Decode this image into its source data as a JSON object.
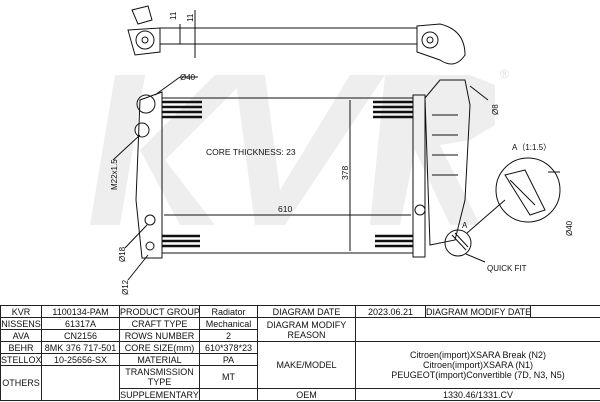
{
  "watermark": {
    "brand": "KVR",
    "registered": "®"
  },
  "drawing": {
    "dim_top_1": "11",
    "dim_top_2": "11",
    "dia_inlet": "Ø40",
    "thread": "M22x1.5",
    "dia_18": "Ø18",
    "dia_12": "Ø12",
    "dia_8": "Ø8",
    "core_thickness": "CORE THICKNESS: 23",
    "width_dim": "610",
    "height_dim": "378",
    "detail_marker": "A",
    "detail_title": "A（1:1.5）",
    "detail_dia": "Ø40",
    "quick_fit": "QUICK FIT"
  },
  "table": {
    "r1": [
      "KVR",
      "1100134-PAM",
      "PRODUCT GROUP",
      "Radiator",
      "DIAGRAM DATE",
      "2023.06.21",
      "DIAGRAM MODIFY DATE",
      ""
    ],
    "r2": [
      "NISSENS",
      "61317A",
      "CRAFT TYPE",
      "Mechanical",
      "DIAGRAM MODIFY REASON"
    ],
    "r3": [
      "AVA",
      "CN2156",
      "ROWS NUMBER",
      "2"
    ],
    "r4": [
      "BEHR",
      "8MK 376 717-501",
      "CORE SIZE(mm)",
      "610*378*23",
      "MAKE/MODEL"
    ],
    "r5": [
      "STELLOX",
      "10-25656-SX",
      "MATERIAL",
      "PA"
    ],
    "r6": [
      "OTHERS",
      "",
      "TRANSMISSION TYPE",
      "MT"
    ],
    "r7": [
      "SUPPLEMENTARY",
      "",
      "OEM",
      "1330.46/1331.CV"
    ],
    "models": [
      "Citroen(import)XSARA Break (N2)",
      "Citroen(import)XSARA (N1)",
      "PEUGEOT(import)Convertible (7D, N3, N5)"
    ]
  }
}
